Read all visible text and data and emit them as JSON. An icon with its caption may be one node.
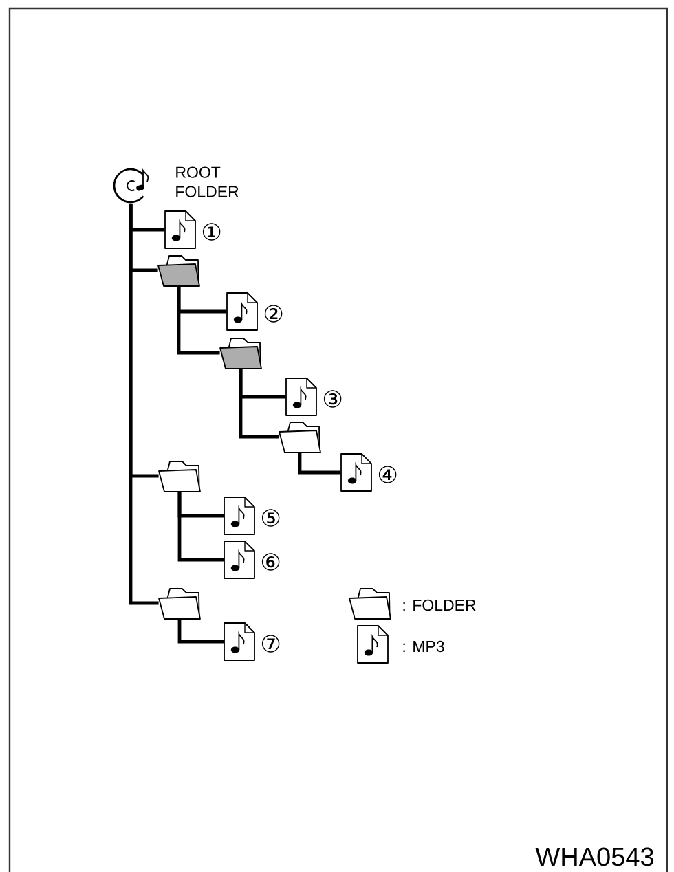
{
  "diagram": {
    "nodes": [
      {
        "text": [
          "ROOT FOLDER"
        ]
      },
      {
        "text": [],
        "shape": "file",
        "beside": [
          "①"
        ]
      },
      {
        "text": [],
        "shape": "folder"
      },
      {
        "text": [],
        "shape": "file",
        "beside": [
          "②"
        ]
      },
      {
        "text": [],
        "shape": "folder"
      },
      {
        "text": [],
        "shape": "file",
        "beside": [
          "③"
        ]
      },
      {
        "text": [],
        "shape": "folder"
      },
      {
        "text": [],
        "shape": "file",
        "beside": [
          "④"
        ]
      },
      {
        "text": [],
        "shape": "folder"
      },
      {
        "text": [],
        "shape": "file",
        "beside": [
          "⑤"
        ]
      },
      {
        "text": [],
        "shape": "file",
        "beside": [
          "⑥"
        ]
      },
      {
        "text": [],
        "shape": "folder"
      },
      {
        "text": [],
        "shape": "file",
        "beside": [
          "⑦"
        ]
      }
    ],
    "edges": [
      {
        "from": 0,
        "to": 1,
        "arrow": "none"
      },
      {
        "from": 0,
        "to": 2,
        "arrow": "none"
      },
      {
        "from": 2,
        "to": 3,
        "arrow": "none"
      },
      {
        "from": 2,
        "to": 4,
        "arrow": "none"
      },
      {
        "from": 4,
        "to": 5,
        "arrow": "none"
      },
      {
        "from": 4,
        "to": 6,
        "arrow": "none"
      },
      {
        "from": 6,
        "to": 7,
        "arrow": "none"
      },
      {
        "from": 0,
        "to": 8,
        "arrow": "none"
      },
      {
        "from": 8,
        "to": 9,
        "arrow": "none"
      },
      {
        "from": 8,
        "to": 10,
        "arrow": "none"
      },
      {
        "from": 0,
        "to": 11,
        "arrow": "none"
      },
      {
        "from": 11,
        "to": 12,
        "arrow": "none"
      }
    ],
    "labels": [
      "WHA0543"
    ],
    "legend": [
      {
        "text": ": FOLDER"
      },
      {
        "text": ": MP3"
      }
    ]
  }
}
